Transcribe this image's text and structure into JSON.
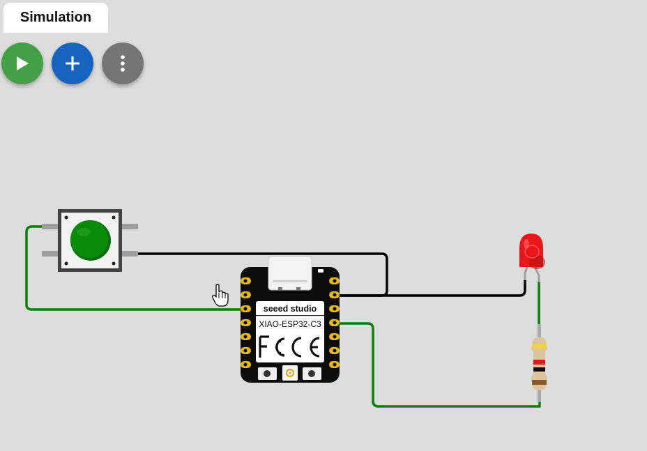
{
  "tab": {
    "label": "Simulation"
  },
  "toolbar": {
    "play": {
      "icon": "play-icon",
      "color": "#43a047"
    },
    "add": {
      "icon": "plus-icon",
      "color": "#1565c0"
    },
    "more": {
      "icon": "more-vertical-icon",
      "color": "#757575"
    }
  },
  "board": {
    "brand": "seeed studio",
    "model": "XIAO-ESP32-C3"
  },
  "colors": {
    "canvas": "#dddddd",
    "wire_green": "#0b7f0b",
    "wire_black": "#000000",
    "button_cap": "#0a8a0a",
    "led": "#e8161b"
  }
}
